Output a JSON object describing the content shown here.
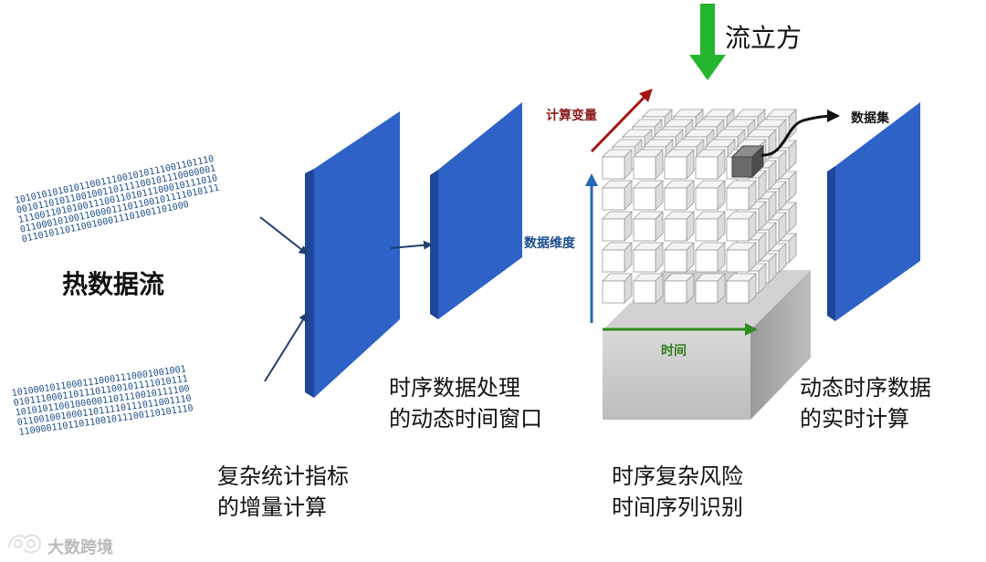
{
  "labels": {
    "hot_stream": "热数据流",
    "incremental": [
      "复杂统计指标",
      "的增量计算"
    ],
    "dynamic_window": [
      "时序数据处理",
      "的动态时间窗口"
    ],
    "risk_identify": [
      "时序复杂风险",
      "时间序列识别"
    ],
    "realtime": [
      "动态时序数据",
      "的实时计算"
    ],
    "stream_cube": "流立方",
    "calc_variable": "计算变量",
    "data_dimension": "数据维度",
    "time_axis": "时间",
    "data_out": "数据集",
    "watermark": "大数跨境"
  },
  "binary_stream": {
    "upper": [
      "1010101010101100111001010111001101110",
      "0010110101100100110111100101110000001",
      "1110011010100111001101011100010111010",
      "0110001010011000011101100101111010111",
      "0110101101100100011101001101000"
    ],
    "lower": [
      "10100010110001110001110001001001",
      "01011100011011101100101111010111",
      "10101011001000001101110010111100",
      "01100100100011011110111011001110",
      "11000011011011001011100110101110"
    ]
  },
  "colors": {
    "panel": "#2e62c7",
    "panel_side": "#1e469a",
    "arrow": "#1f3f6e",
    "cube_down": "#24b52f",
    "calc_arrow": "#a51515",
    "dim_arrow": "#2468b8",
    "time_arrow": "#2e8b1e"
  }
}
